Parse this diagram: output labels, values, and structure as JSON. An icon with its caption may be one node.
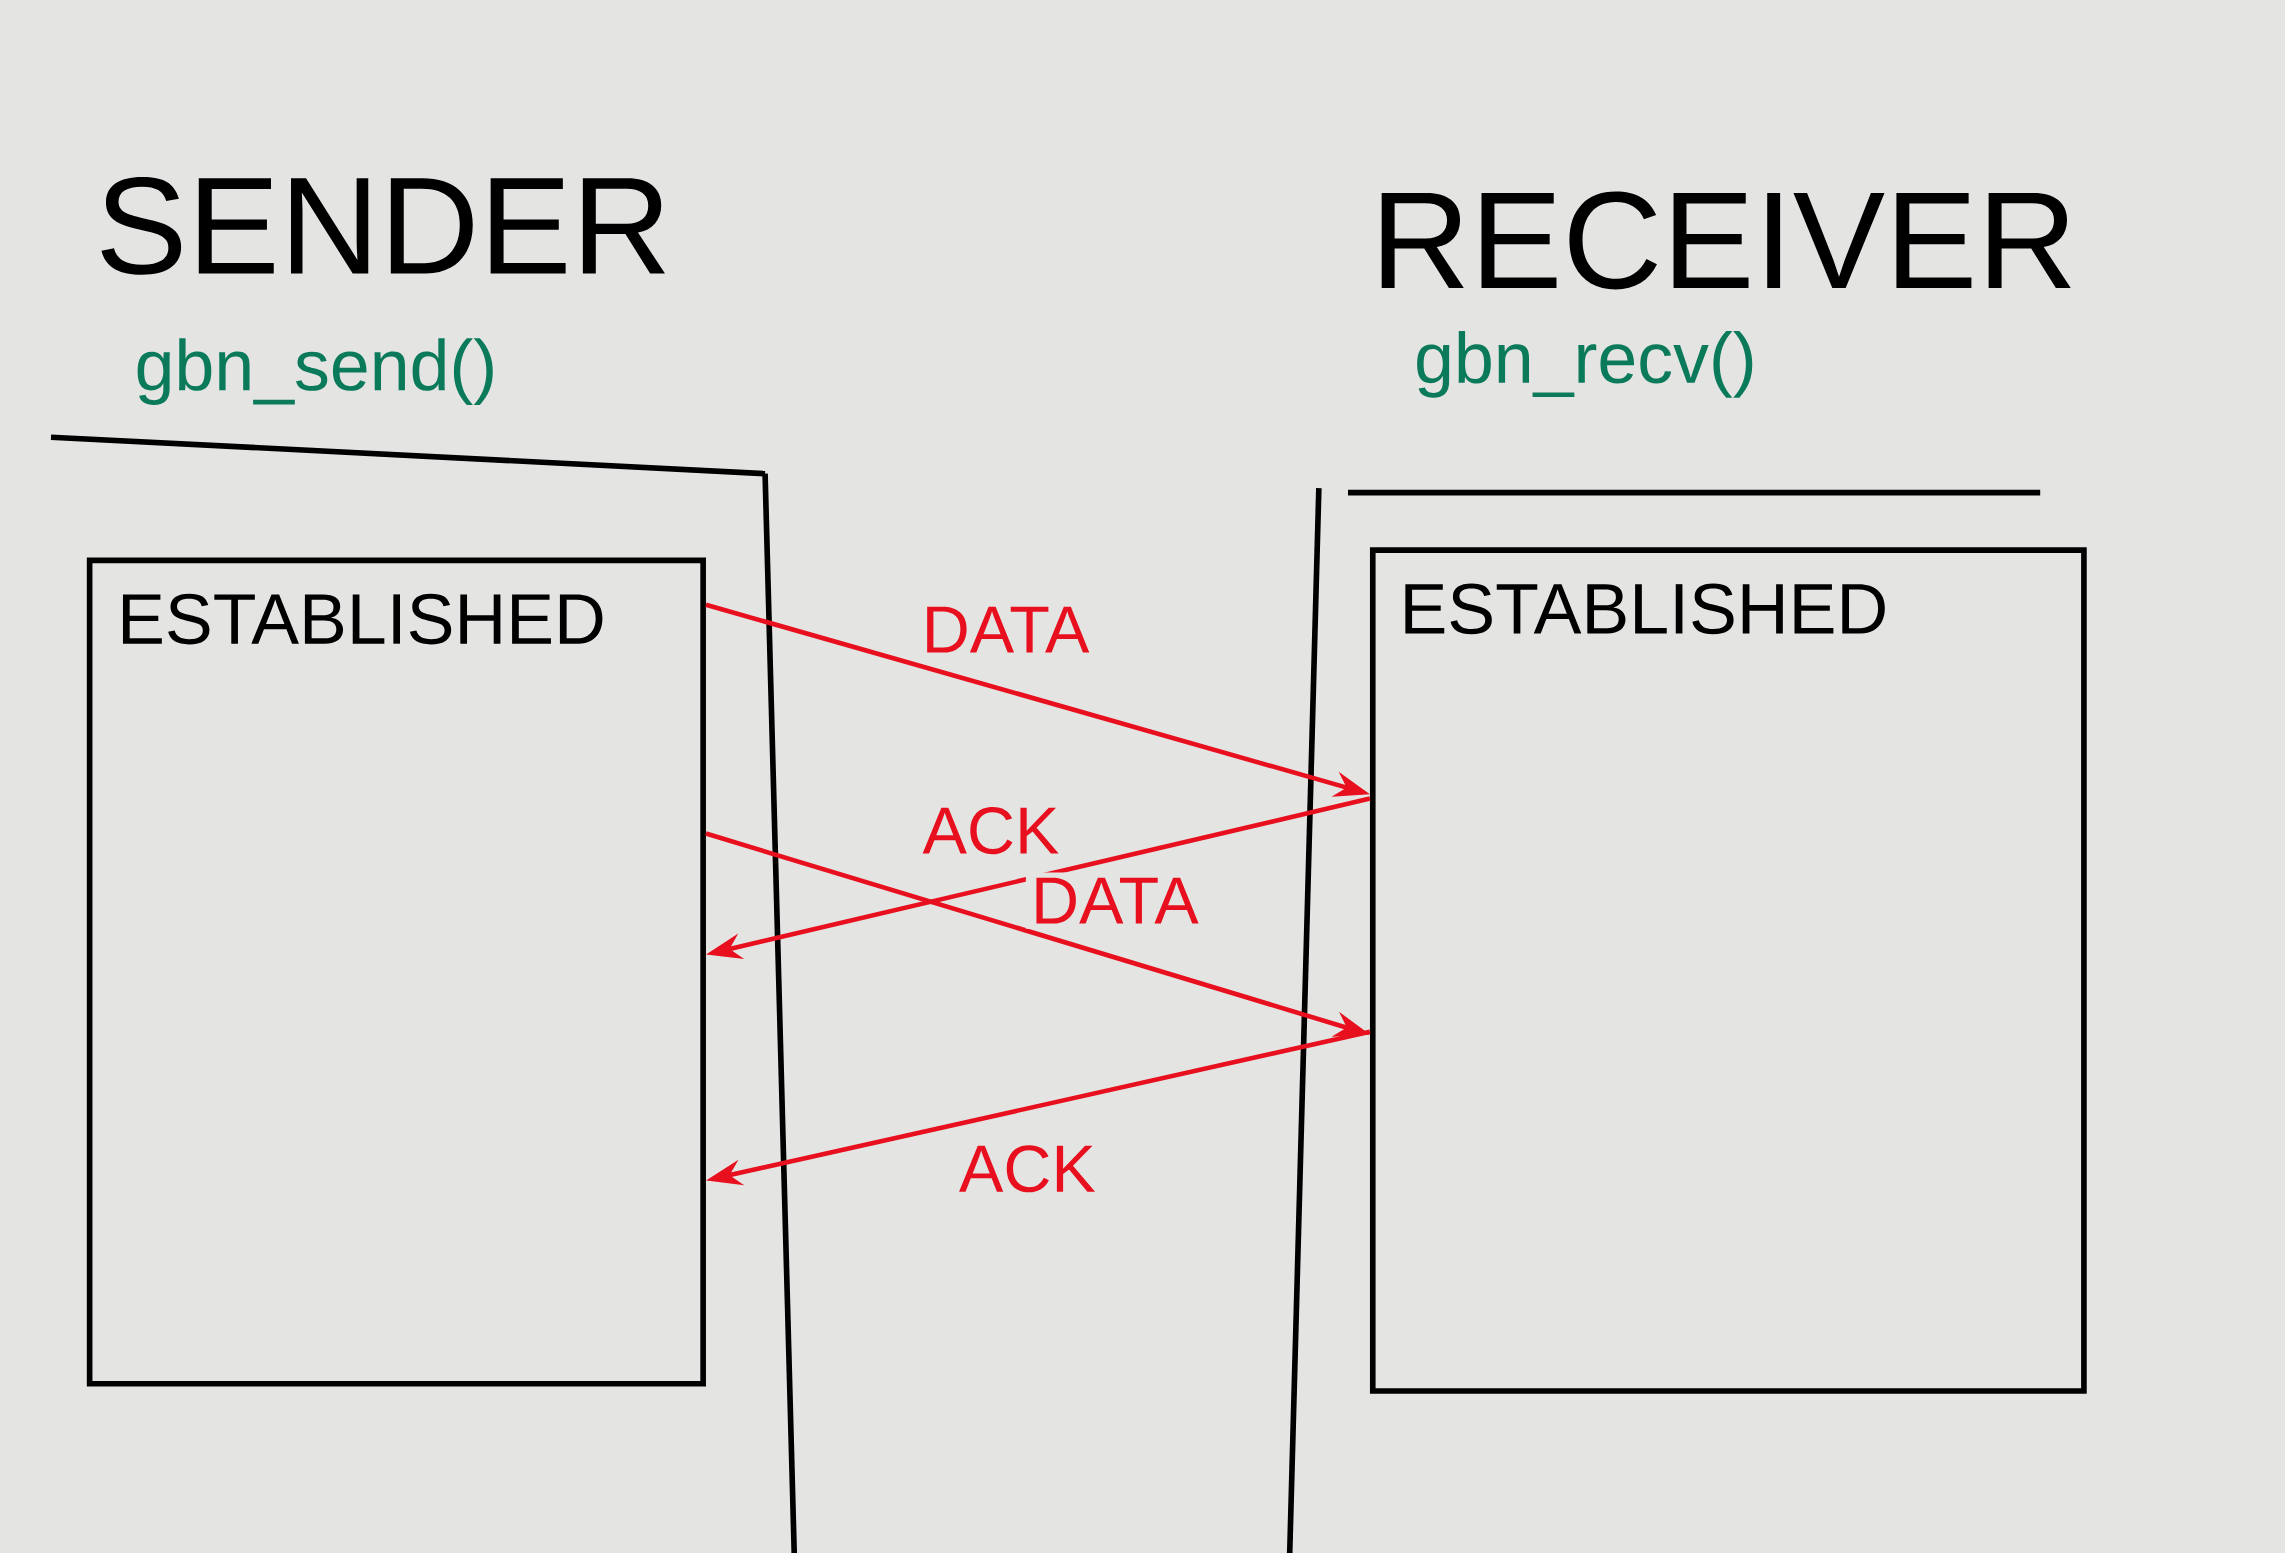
{
  "diagram": {
    "nodes": [
      {
        "text": [
          "SENDER",
          "gbn_send()"
        ]
      },
      {
        "text": [
          "ESTABLISHED"
        ],
        "in": 0
      },
      {
        "text": [
          "RECEIVER",
          "gbn_recv()"
        ]
      },
      {
        "text": [
          "ESTABLISHED"
        ],
        "in": 2
      }
    ],
    "edges": [
      {
        "from": 1,
        "to": 3,
        "arrow": "to",
        "label": "DATA"
      },
      {
        "from": 3,
        "to": 1,
        "arrow": "to",
        "label": "ACK"
      },
      {
        "from": 1,
        "to": 3,
        "arrow": "to",
        "label": "DATA"
      },
      {
        "from": 3,
        "to": 1,
        "arrow": "to",
        "label": "ACK"
      }
    ]
  }
}
